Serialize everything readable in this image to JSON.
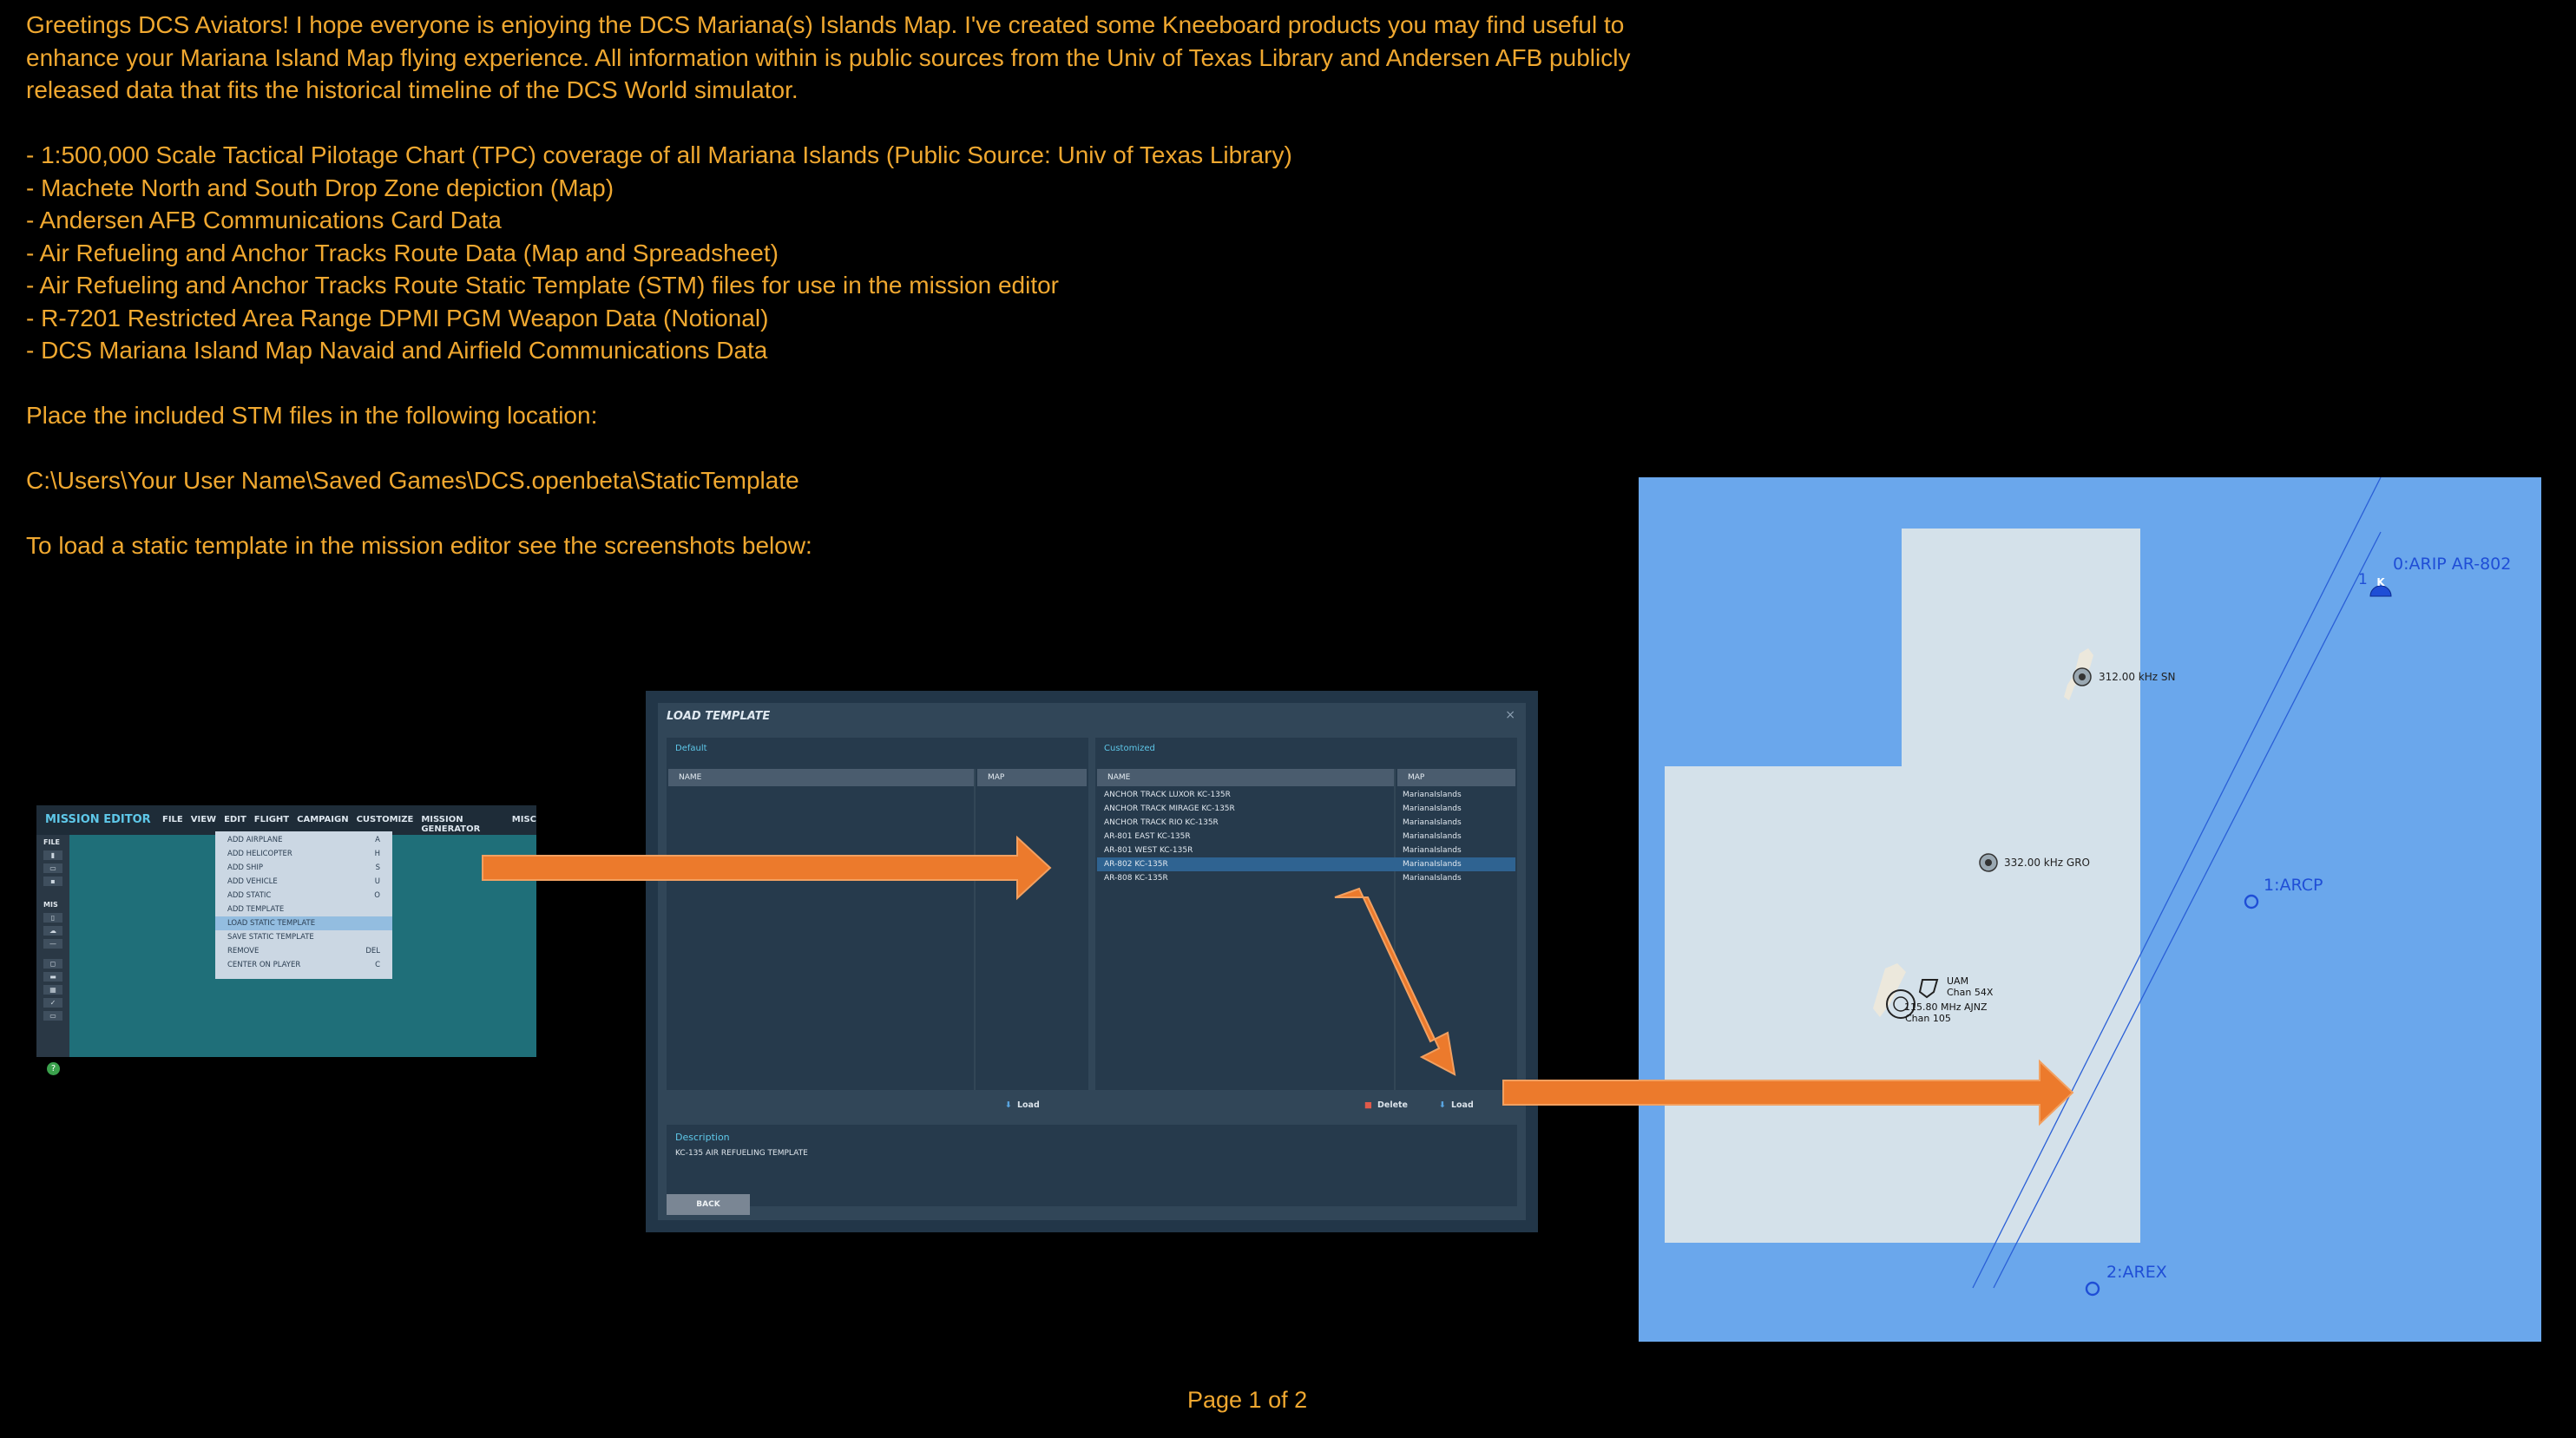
{
  "intro": {
    "paragraph": [
      "Greetings DCS Aviators!  I hope everyone is enjoying the DCS Mariana(s) Islands Map.  I've created some Kneeboard products you may find useful to",
      "enhance your Mariana Island Map flying experience.  All information within is public sources from the Univ of Texas Library and Andersen AFB publicly",
      "released data that fits the historical timeline of the DCS World simulator."
    ],
    "bullets": [
      "- 1:500,000 Scale Tactical Pilotage Chart (TPC) coverage of all Mariana Islands (Public Source: Univ of Texas Library)",
      "- Machete North and South Drop Zone depiction (Map)",
      "- Andersen AFB Communications Card Data",
      "- Air Refueling and Anchor Tracks Route Data (Map and Spreadsheet)",
      "- Air Refueling and Anchor Tracks Route Static Template (STM) files for use in the mission editor",
      "- R-7201 Restricted Area Range DPMI PGM Weapon Data (Notional)",
      "- DCS Mariana Island Map Navaid and Airfield Communications Data"
    ],
    "place_line": "Place the included STM files in the following location:",
    "path": "C:\\Users\\Your User Name\\Saved Games\\DCS.openbeta\\StaticTemplate",
    "load_line": "To load a static template in the mission editor see the screenshots below:"
  },
  "mission_editor": {
    "title": "MISSION EDITOR",
    "menu": [
      "FILE",
      "VIEW",
      "EDIT",
      "FLIGHT",
      "CAMPAIGN",
      "CUSTOMIZE",
      "MISSION GENERATOR",
      "MISC"
    ],
    "side_labels": [
      "FILE",
      "MIS"
    ],
    "dropdown": [
      {
        "label": "ADD AIRPLANE",
        "key": "A"
      },
      {
        "label": "ADD HELICOPTER",
        "key": "H"
      },
      {
        "label": "ADD SHIP",
        "key": "S"
      },
      {
        "label": "ADD VEHICLE",
        "key": "U"
      },
      {
        "label": "ADD STATIC",
        "key": "O"
      },
      {
        "label": "ADD TEMPLATE",
        "key": ""
      },
      {
        "label": "LOAD STATIC TEMPLATE",
        "key": ""
      },
      {
        "label": "SAVE STATIC TEMPLATE",
        "key": ""
      },
      {
        "label": "REMOVE",
        "key": "DEL"
      },
      {
        "label": "CENTER ON PLAYER",
        "key": "C"
      }
    ],
    "selected_item": "LOAD STATIC TEMPLATE"
  },
  "load_template": {
    "title": "LOAD TEMPLATE",
    "close_glyph": "×",
    "default_label": "Default",
    "customized_label": "Customized",
    "col_name": "NAME",
    "col_map": "MAP",
    "rows": [
      {
        "name": "ANCHOR TRACK LUXOR KC-135R",
        "map": "MarianaIslands"
      },
      {
        "name": "ANCHOR TRACK MIRAGE KC-135R",
        "map": "MarianaIslands"
      },
      {
        "name": "ANCHOR TRACK RIO KC-135R",
        "map": "MarianaIslands"
      },
      {
        "name": "AR-801 EAST KC-135R",
        "map": "MarianaIslands"
      },
      {
        "name": "AR-801 WEST KC-135R",
        "map": "MarianaIslands"
      },
      {
        "name": "AR-802 KC-135R",
        "map": "MarianaIslands"
      },
      {
        "name": "AR-808 KC-135R",
        "map": "MarianaIslands"
      }
    ],
    "selected_row": "AR-802 KC-135R",
    "load_label": "Load",
    "delete_label": "Delete",
    "description_label": "Description",
    "description_text": "KC-135 AIR REFUELING TEMPLATE",
    "back_label": "BACK"
  },
  "map": {
    "waypoints": [
      {
        "label": "0:ARIP AR-802"
      },
      {
        "label": "1:ARCP"
      },
      {
        "label": "2:AREX"
      }
    ],
    "tanker_number": "1",
    "tanker_glyph": "K",
    "navaids": [
      {
        "label": "312.00 kHz SN"
      },
      {
        "label": "332.00 kHz GRO"
      }
    ],
    "airfield_labels": [
      "UAM",
      "Chan 54X",
      "115.80 MHz AJNZ",
      "Chan 105"
    ],
    "colors": {
      "water": "#6aa7ec",
      "land": "#d4e1ea",
      "route": "#2a5fd6"
    }
  },
  "footer": {
    "page": "Page 1 of 2"
  },
  "colors": {
    "text": "#f0a830",
    "arrow": "#ec7a2c"
  }
}
